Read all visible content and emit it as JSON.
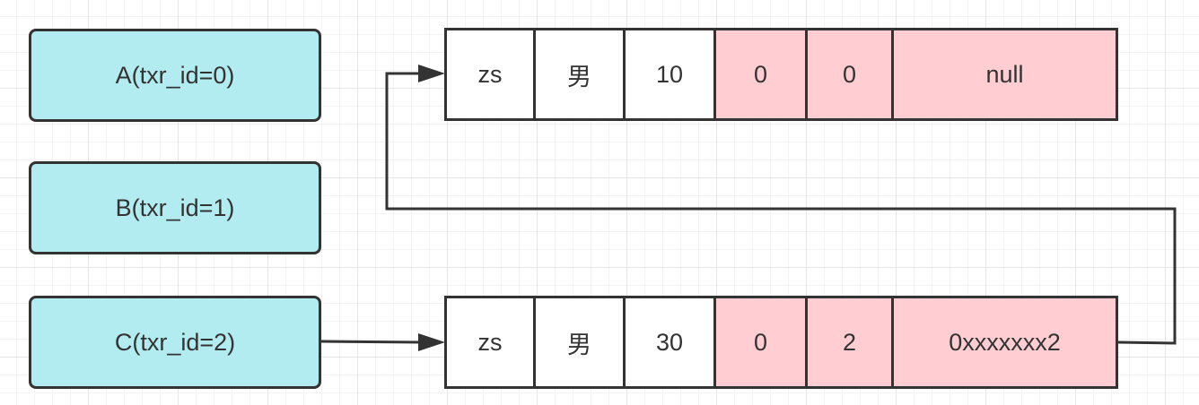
{
  "transactions": [
    {
      "label": "A(txr_id=0)"
    },
    {
      "label": "B(txr_id=1)"
    },
    {
      "label": "C(txr_id=2)"
    }
  ],
  "records": {
    "old_version": {
      "cells": [
        "zs",
        "男",
        "10",
        "0",
        "0",
        "null"
      ]
    },
    "new_version": {
      "cells": [
        "zs",
        "男",
        "30",
        "0",
        "2",
        "0xxxxxxx2"
      ]
    }
  },
  "colors": {
    "transaction_fill": "#b2ebf0",
    "hidden_column_fill": "#ffcdd2",
    "data_column_fill": "#ffffff",
    "stroke": "#333333"
  }
}
